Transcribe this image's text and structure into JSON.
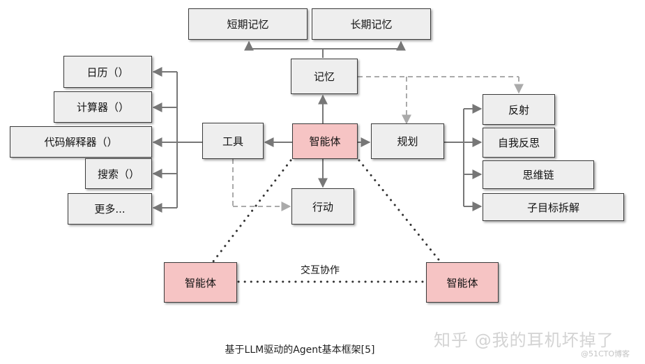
{
  "nodes": {
    "short_memory": "短期记忆",
    "long_memory": "长期记忆",
    "memory": "记忆",
    "calendar": "日历（）",
    "calculator": "计算器（）",
    "code_interpreter": "代码解释器（）",
    "search": "搜索（）",
    "more": "更多...",
    "tools": "工具",
    "agent_center": "智能体",
    "planning": "规划",
    "action": "行动",
    "reflection": "反射",
    "self_reflection": "自我反思",
    "chain_of_thought": "思维链",
    "subgoal_decomposition": "子目标拆解",
    "agent_left": "智能体",
    "agent_right": "智能体"
  },
  "interaction_label": "交互协作",
  "caption": "基于LLM驱动的Agent基本框架[5]",
  "watermark": {
    "main": "知乎 @我的耳机坏掉了",
    "sub": "@51CTO博客"
  },
  "colors": {
    "box_fill": "#eeeeee",
    "agent_fill": "#f6c4c4",
    "border": "#3a3a3a",
    "arrow": "#777777",
    "dashed_arrow": "#aaaaaa"
  }
}
